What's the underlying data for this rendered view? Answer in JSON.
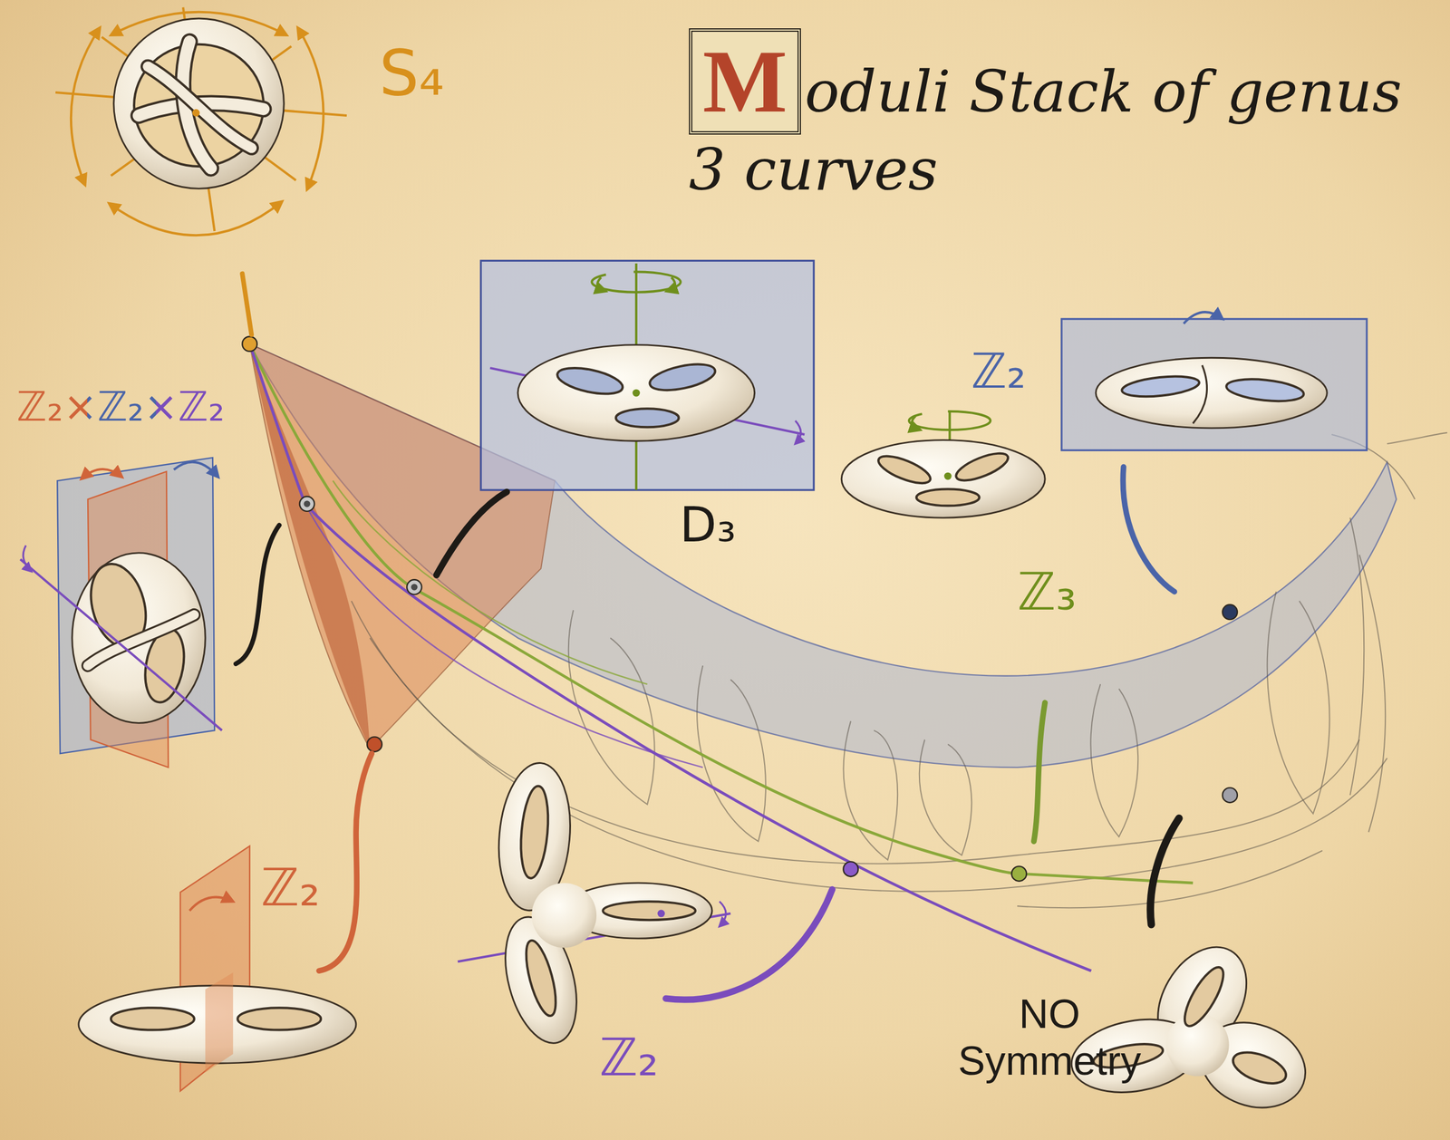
{
  "diagram": {
    "title": "Moduli Stack of genus 3 curves",
    "labels": [
      "S₄",
      "ℤ₂×ℤ₂×ℤ₂",
      "D₃",
      "ℤ₂",
      "ℤ₃",
      "ℤ₂",
      "ℤ₂",
      "NO Symmetry"
    ]
  }
}
